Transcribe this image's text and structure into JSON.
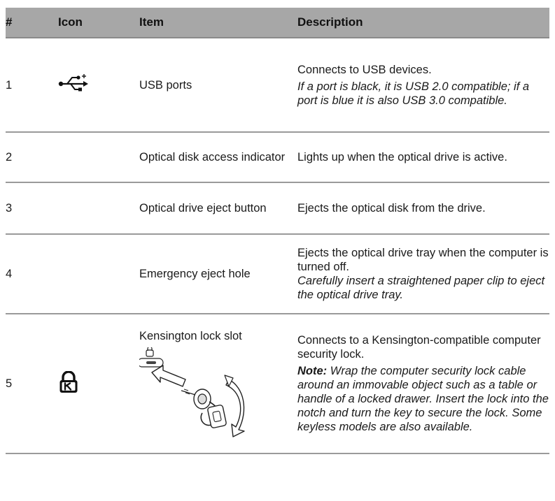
{
  "table": {
    "headers": {
      "num": "#",
      "icon": "Icon",
      "item": "Item",
      "description": "Description"
    },
    "rows": [
      {
        "num": "1",
        "icon": "usb-icon",
        "item": "USB ports",
        "description": "Connects to USB devices.",
        "note": "If a port is black, it is USB 2.0 compatible; if a port is blue it is also USB 3.0 compatible."
      },
      {
        "num": "2",
        "item": "Optical disk access indicator",
        "description": "Lights up when the optical drive is active."
      },
      {
        "num": "3",
        "item": "Optical drive eject button",
        "description": "Ejects the optical disk from the drive."
      },
      {
        "num": "4",
        "item": "Emergency eject hole",
        "description": "Ejects the optical drive tray when the computer is turned off.",
        "note": "Carefully insert a straightened paper clip to eject the optical drive tray."
      },
      {
        "num": "5",
        "icon": "kensington-lock-icon",
        "item": "Kensington lock slot",
        "illustration": "kensington-lock-illustration",
        "description": "Connects to a Kensington-compatible computer security lock.",
        "note_label": "Note:",
        "note": "Wrap the computer security lock cable around an immovable object such as a table or handle of a locked drawer. Insert the lock into the notch and turn the key to secure the lock. Some keyless models are also available."
      }
    ]
  }
}
